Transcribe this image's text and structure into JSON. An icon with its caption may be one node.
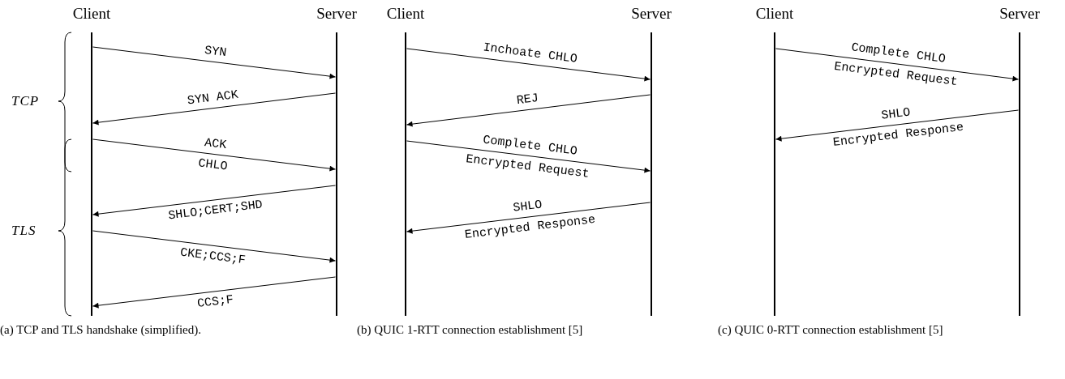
{
  "diagram": {
    "nodes": [
      {
        "text": [
          "Client"
        ]
      },
      {
        "text": [
          "Server"
        ]
      },
      {
        "text": [
          "Client"
        ]
      },
      {
        "text": [
          "Server"
        ]
      },
      {
        "text": [
          "Client"
        ]
      },
      {
        "text": [
          "Server"
        ]
      }
    ],
    "edges": [
      {
        "from": 0,
        "to": 1,
        "arrow": "to",
        "label": "SYN"
      },
      {
        "from": 1,
        "to": 0,
        "arrow": "to",
        "label": "SYN ACK"
      },
      {
        "from": 0,
        "to": 1,
        "arrow": "to",
        "label": "ACK"
      },
      {
        "from": 1,
        "to": 0,
        "arrow": "to",
        "label": "SHLO;CERT;SHD"
      },
      {
        "from": 0,
        "to": 1,
        "arrow": "to",
        "label": "CKE;CCS;F"
      },
      {
        "from": 1,
        "to": 0,
        "arrow": "to",
        "label": "CCS;F"
      },
      {
        "from": 2,
        "to": 3,
        "arrow": "to",
        "label": "Inchoate CHLO"
      },
      {
        "from": 3,
        "to": 2,
        "arrow": "to",
        "label": "REJ"
      },
      {
        "from": 2,
        "to": 3,
        "arrow": "to",
        "label": "Complete CHLO"
      },
      {
        "from": 3,
        "to": 2,
        "arrow": "to",
        "label": "SHLO"
      },
      {
        "from": 4,
        "to": 5,
        "arrow": "to",
        "label": "Complete CHLO"
      },
      {
        "from": 5,
        "to": 4,
        "arrow": "to",
        "label": "SHLO"
      }
    ],
    "labels": [
      "TCP",
      "TLS",
      "CHLO",
      "Encrypted Request",
      "Encrypted Response",
      "Encrypted Request",
      "Encrypted Response",
      "(a) TCP and TLS handshake (simplified).",
      "(b) QUIC 1-RTT connection establishment [5]",
      "(c) QUIC 0-RTT connection establishment [5]"
    ]
  }
}
